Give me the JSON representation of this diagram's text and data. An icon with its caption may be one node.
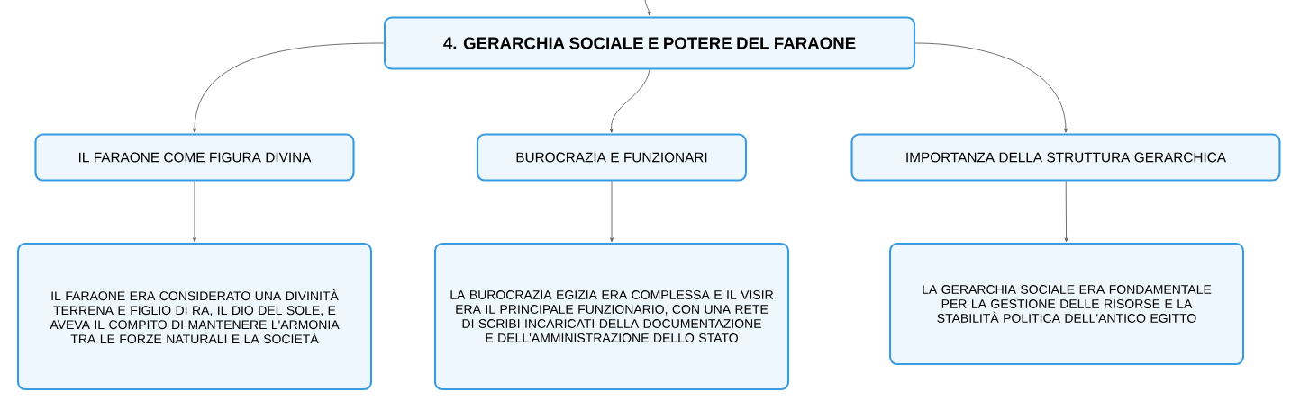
{
  "diagram": {
    "nodes": [
      {
        "text": [
          "4. GERARCHIA SOCIALE E POTERE DEL FARAONE"
        ]
      },
      {
        "text": [
          "IL FARAONE COME FIGURA DIVINA"
        ]
      },
      {
        "text": [
          "BUROCRAZIA E FUNZIONARI"
        ]
      },
      {
        "text": [
          "IMPORTANZA DELLA STRUTTURA GERARCHICA"
        ]
      },
      {
        "text": [
          "IL FARAONE ERA CONSIDERATO UNA DIVINITÀ TERRENA E FIGLIO DI RA, IL DIO DEL SOLE, E AVEVA IL COMPITO DI MANTENERE L'ARMONIA TRA LE FORZE NATURALI E LA SOCIETÀ"
        ]
      },
      {
        "text": [
          "LA BUROCRAZIA EGIZIA ERA COMPLESSA E IL VISIR ERA IL PRINCIPALE FUNZIONARIO, CON UNA RETE DI SCRIBI INCARICATI DELLA DOCUMENTAZIONE E DELL'AMMINISTRAZIONE DELLO STATO"
        ]
      },
      {
        "text": [
          "LA GERARCHIA SOCIALE ERA FONDAMENTALE PER LA GESTIONE DELLE RISORSE E LA STABILITÀ POLITICA DELL'ANTICO EGITTO"
        ]
      }
    ],
    "edges": [
      {
        "from": null,
        "to": 0,
        "arrow": "to"
      },
      {
        "from": 0,
        "to": 1,
        "arrow": "to"
      },
      {
        "from": 0,
        "to": 2,
        "arrow": "to"
      },
      {
        "from": 0,
        "to": 3,
        "arrow": "to"
      },
      {
        "from": 1,
        "to": 4,
        "arrow": "to"
      },
      {
        "from": 2,
        "to": 5,
        "arrow": "to"
      },
      {
        "from": 3,
        "to": 6,
        "arrow": "to"
      }
    ]
  }
}
